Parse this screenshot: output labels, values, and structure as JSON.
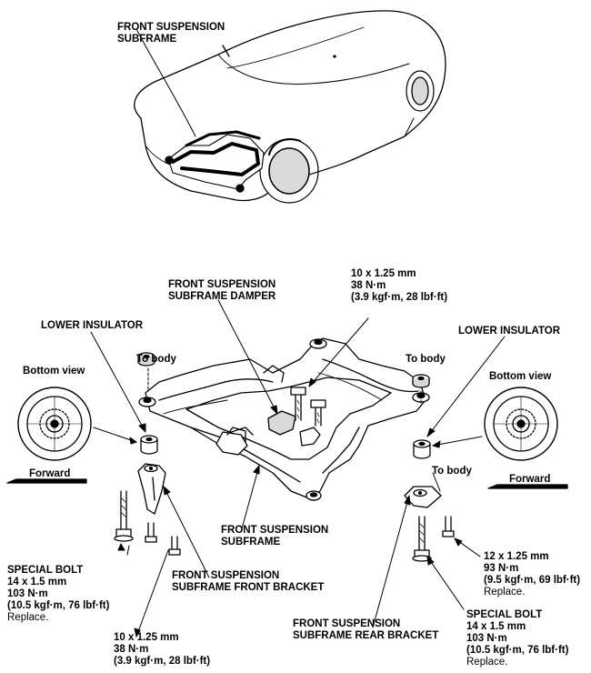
{
  "labels": {
    "subframe_top": [
      "FRONT SUSPENSION",
      "SUBFRAME"
    ],
    "damper": [
      "FRONT SUSPENSION",
      "SUBFRAME DAMPER"
    ],
    "top_torque": [
      "10 x 1.25 mm",
      "38 N·m",
      "(3.9 kgf·m, 28 lbf·ft)"
    ],
    "lower_insulator_left": "LOWER INSULATOR",
    "lower_insulator_right": "LOWER INSULATOR",
    "to_body_left": "To body",
    "to_body_right": "To body",
    "to_body_rear": "To body",
    "bottom_view_left": "Bottom view",
    "bottom_view_right": "Bottom view",
    "forward_left": "Forward",
    "forward_right": "Forward",
    "special_bolt_left": [
      "SPECIAL BOLT",
      "14 x 1.5 mm",
      "103 N·m",
      "(10.5 kgf·m, 76 lbf·ft)",
      "Replace."
    ],
    "subframe_mid": [
      "FRONT SUSPENSION",
      "SUBFRAME"
    ],
    "front_bracket": [
      "FRONT SUSPENSION",
      "SUBFRAME FRONT BRACKET"
    ],
    "bottom_torque": [
      "10 x 1.25 mm",
      "38 N·m",
      "(3.9 kgf·m, 28 lbf·ft)"
    ],
    "rear_bracket": [
      "FRONT SUSPENSION",
      "SUBFRAME REAR BRACKET"
    ],
    "right_torque": [
      "12 x 1.25 mm",
      "93 N·m",
      "(9.5 kgf·m, 69 lbf·ft)",
      "Replace."
    ],
    "special_bolt_right": [
      "SPECIAL BOLT",
      "14 x 1.5 mm",
      "103 N·m",
      "(10.5 kgf·m, 76 lbf·ft)",
      "Replace."
    ]
  },
  "colors": {
    "ink": "#000000",
    "fill": "#ffffff",
    "shade": "#d9d9d9"
  }
}
